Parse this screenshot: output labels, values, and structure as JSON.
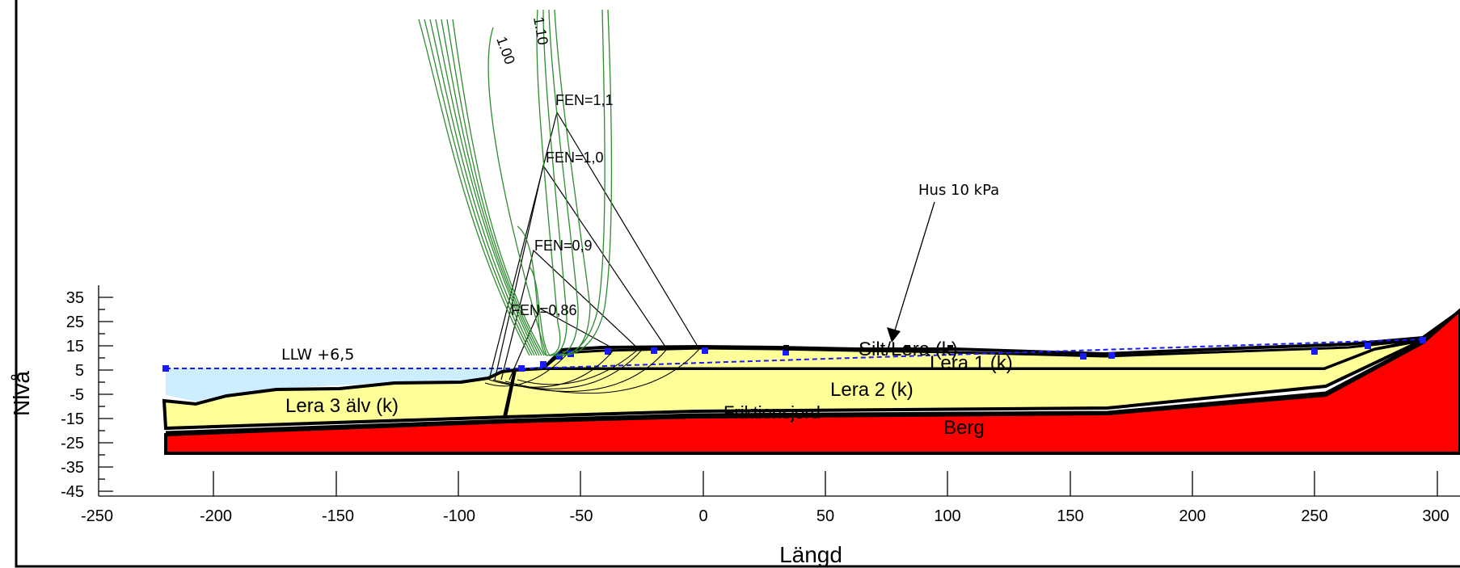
{
  "axes": {
    "xlabel": "Längd",
    "ylabel": "Nivå",
    "x_ticks": [
      "-250",
      "-200",
      "-150",
      "-100",
      "-50",
      "0",
      "50",
      "100",
      "150",
      "200",
      "250",
      "300"
    ],
    "y_ticks": [
      "35",
      "25",
      "15",
      "5",
      "-5",
      "-15",
      "-25",
      "-35",
      "-45"
    ]
  },
  "labels": {
    "water_level": "LLW +6,5",
    "load": "Hus 10 kPa",
    "contour_a": "1.00",
    "contour_b": "1.10",
    "fen_11": "FEN=1,1",
    "fen_10": "FEN=1,0",
    "fen_09": "FEN=0,9",
    "fen_086": "FEN=0,86"
  },
  "layers": {
    "silt": "Silt/Lera (k)",
    "lera1": "Lera 1 (k)",
    "lera2": "Lera 2 (k)",
    "lera3": "Lera 3 älv (k)",
    "friktion": "Friktionsjord",
    "berg": "Berg"
  },
  "colors": {
    "water": "#cceeff",
    "clay": "#ffff99",
    "rock": "#ff0000",
    "contours": "#2e8b2e",
    "points": "#1a1aff"
  }
}
